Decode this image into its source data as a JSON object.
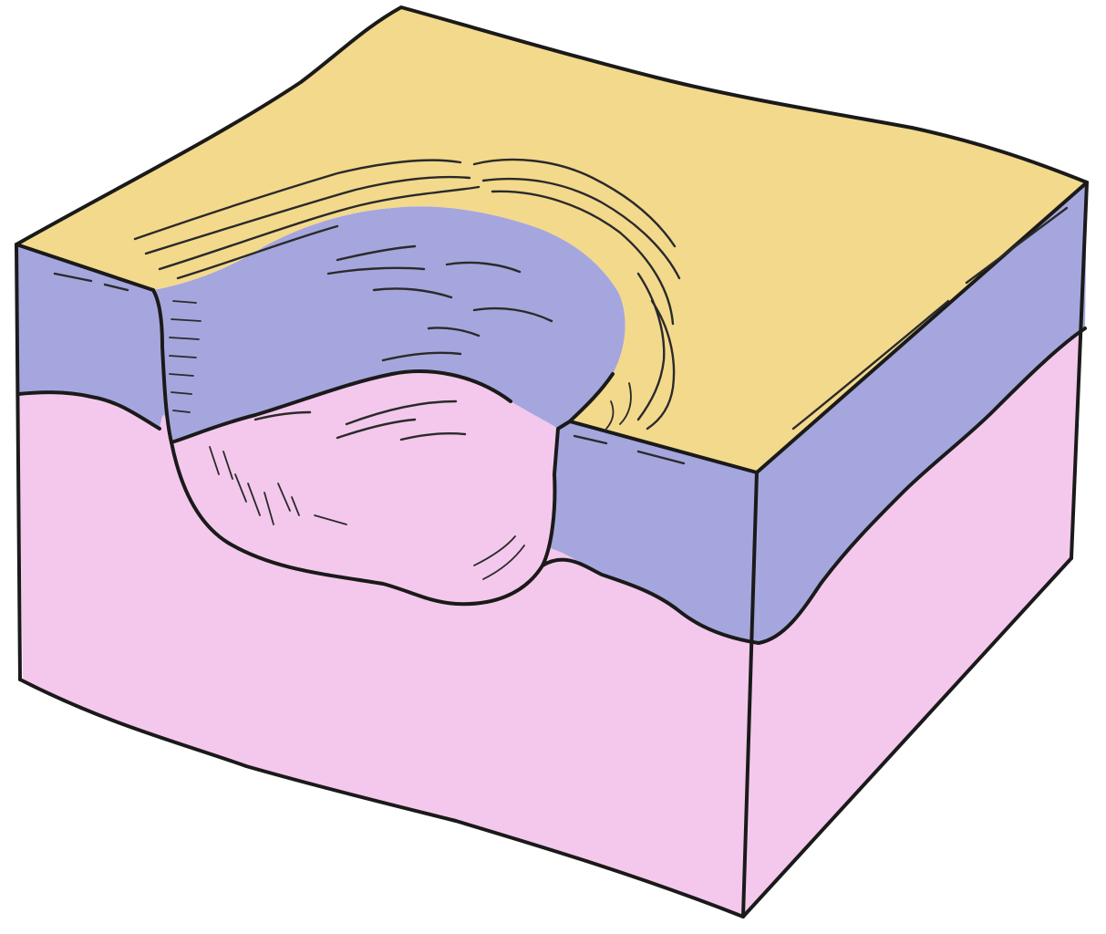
{
  "colors": {
    "background": "#ffffff",
    "top_surface": "#f3d98c",
    "middle_layer": "#a6a6de",
    "bottom_layer": "#f4c8ec",
    "outline": "#1a1a1a"
  },
  "layers": [
    {
      "name": "top-surface",
      "color": "#f3d98c"
    },
    {
      "name": "middle-layer",
      "color": "#a6a6de"
    },
    {
      "name": "bottom-layer",
      "color": "#f4c8ec"
    }
  ],
  "features": [
    "surface-depression",
    "exposed-bottom-layer-mound"
  ]
}
